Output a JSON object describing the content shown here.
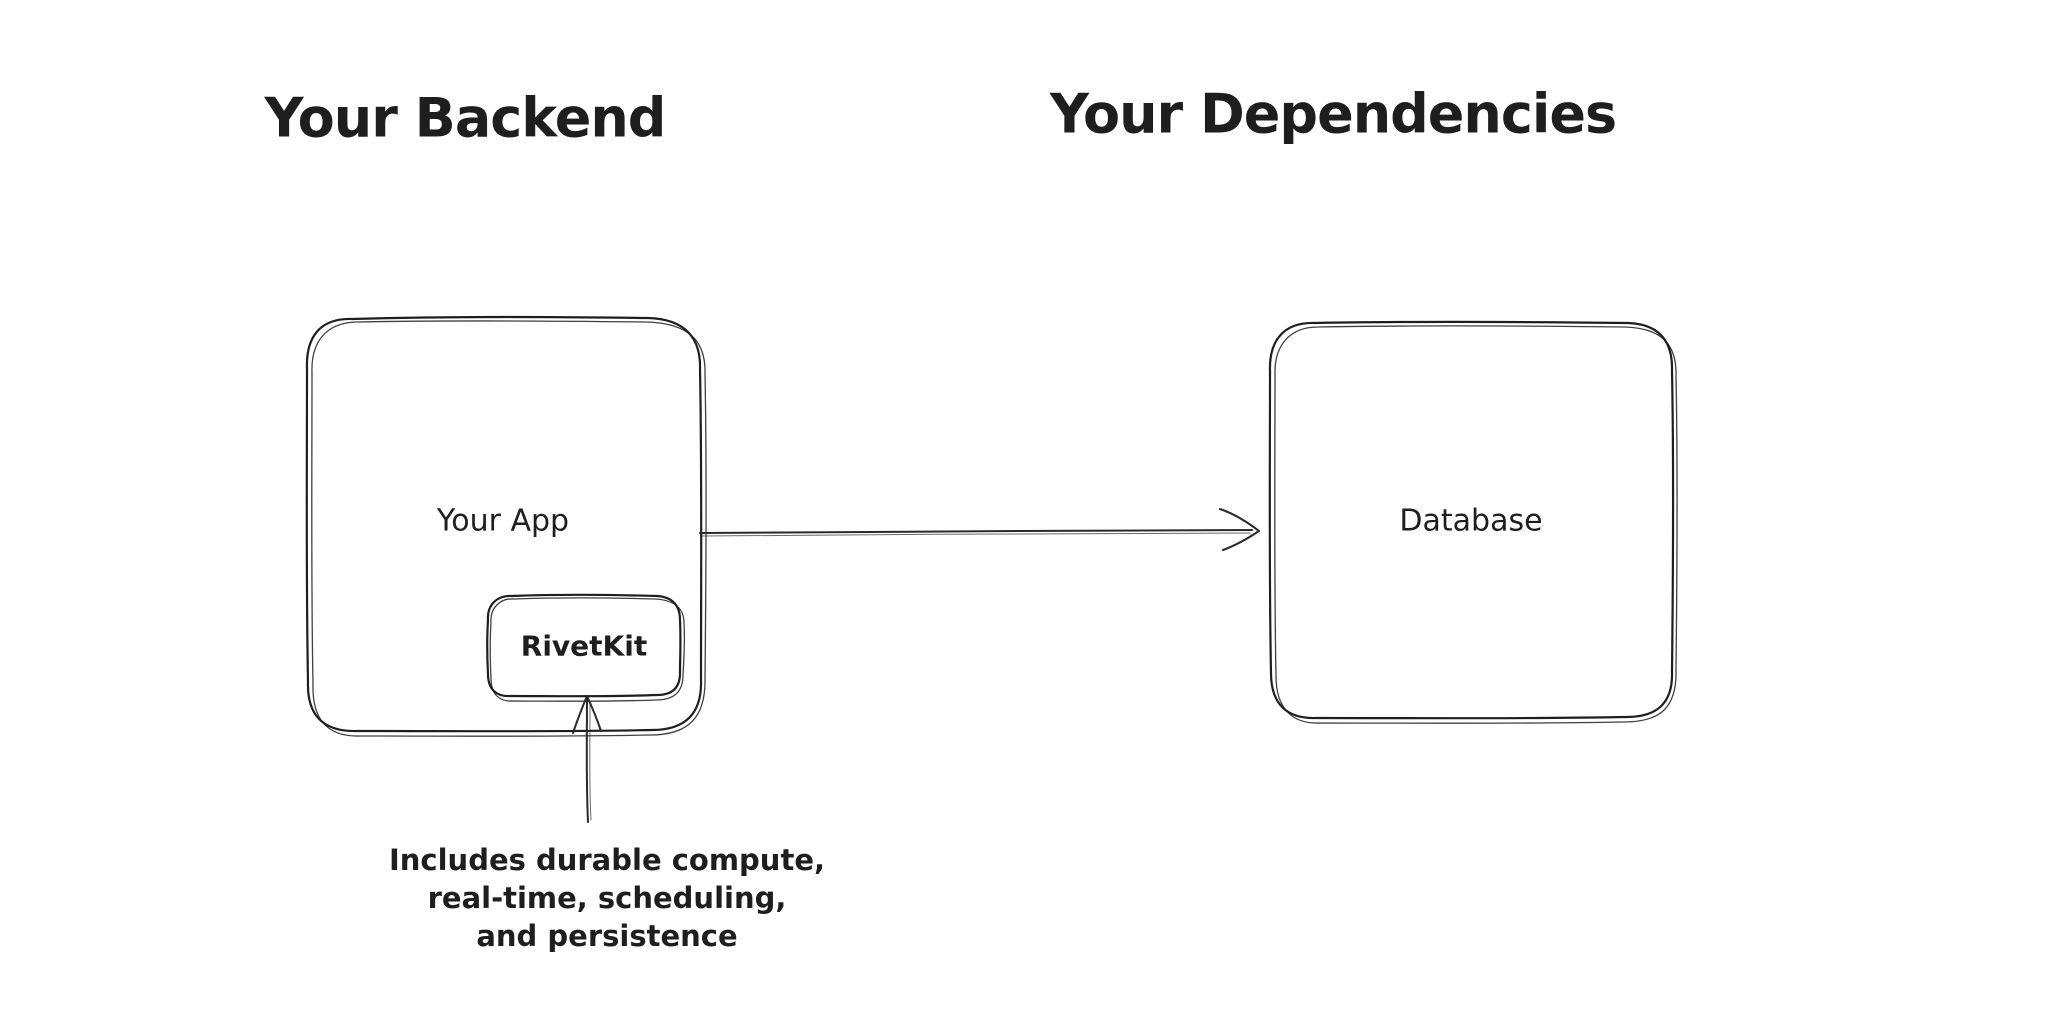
{
  "titles": {
    "left": "Your Backend",
    "right": "Your Dependencies"
  },
  "nodes": {
    "your_app": {
      "label": "Your App"
    },
    "rivetkit": {
      "label": "RivetKit"
    },
    "database": {
      "label": "Database"
    }
  },
  "edges": {
    "app_to_database": {
      "from": "Your App",
      "to": "Database",
      "style": "arrow"
    },
    "annotation_to_rivetkit": {
      "from": "annotation",
      "to": "RivetKit",
      "style": "arrow"
    }
  },
  "annotation": {
    "text": "Includes durable compute,\nreal-time, scheduling,\nand persistence"
  },
  "colors": {
    "background": "#ffffff",
    "stroke": "#1e1e1e",
    "arrow": "#2a2a2a"
  }
}
